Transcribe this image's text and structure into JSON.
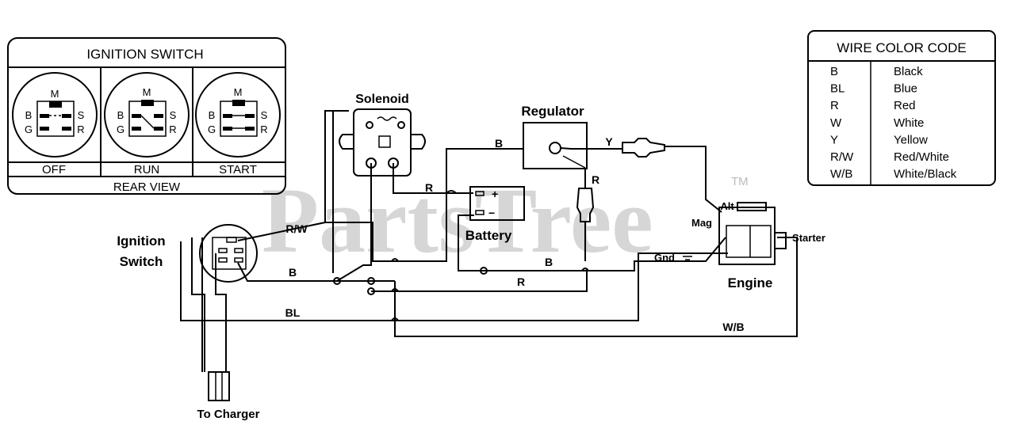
{
  "watermark": {
    "text": "PartsTree",
    "tm": "TM"
  },
  "legend": {
    "title": "IGNITION SWITCH",
    "positions": [
      "OFF",
      "RUN",
      "START"
    ],
    "view_label": "REAR VIEW",
    "terminals": {
      "m": "M",
      "b": "B",
      "s": "S",
      "g": "G",
      "r": "R"
    }
  },
  "color_code": {
    "title": "WIRE COLOR CODE",
    "rows": [
      {
        "code": "B",
        "color": "Black"
      },
      {
        "code": "BL",
        "color": "Blue"
      },
      {
        "code": "R",
        "color": "Red"
      },
      {
        "code": "W",
        "color": "White"
      },
      {
        "code": "Y",
        "color": "Yellow"
      },
      {
        "code": "R/W",
        "color": "Red/White"
      },
      {
        "code": "W/B",
        "color": "White/Black"
      }
    ]
  },
  "components": {
    "solenoid": "Solenoid",
    "regulator": "Regulator",
    "battery": "Battery",
    "battery_plus": "+",
    "battery_minus": "−",
    "ignition_line1": "Ignition",
    "ignition_line2": "Switch",
    "engine": "Engine",
    "alt": "Alt",
    "mag": "Mag",
    "starter": "Starter",
    "gnd": "Gnd",
    "charger": "To Charger"
  },
  "wire_labels": {
    "rw": "R/W",
    "b_ign": "B",
    "bl": "BL",
    "r_sol": "R",
    "b_reg": "B",
    "y_reg": "Y",
    "r_reg": "R",
    "b_batt": "B",
    "r_batt": "R",
    "wb": "W/B"
  }
}
